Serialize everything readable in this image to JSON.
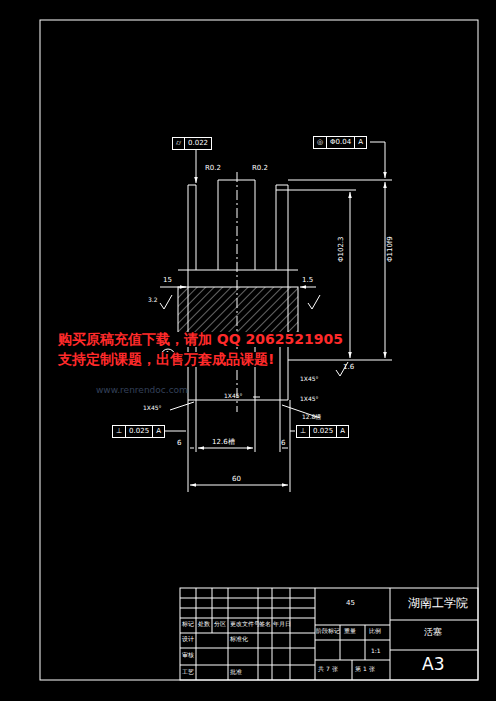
{
  "diagram": {
    "nodes": [
      {
        "text": [
          "⌭",
          "0.022"
        ]
      },
      {
        "text": [
          "◎",
          "Φ0.04",
          "A"
        ]
      },
      {
        "text": [
          "⊥",
          "0.025",
          "A"
        ]
      },
      {
        "text": [
          "⊥",
          "0.025",
          "A"
        ]
      }
    ],
    "labels": [
      "R0.2",
      "R0.2",
      "Φ110f9",
      "Φ102.3",
      "15",
      "1.5",
      "A",
      "3.2",
      "1.6",
      "1X45°",
      "1X45°",
      "1X45°",
      "1X45°",
      "12.8槽",
      "12.6槽",
      "6",
      "6",
      "60",
      "www.renrendoc.com",
      "购买原稿充值下载，请加 QQ 2062521905",
      "支持定制课题，出售万套成品课题!",
      "45",
      "湖南工学院",
      "活塞",
      "A3",
      "1:1",
      "共 7 张",
      "第 1 张",
      "标记",
      "处数",
      "分区",
      "更改文件号",
      "签名",
      "年月日",
      "设计",
      "标准化",
      "阶段标记",
      "重量",
      "比例",
      "审核",
      "工艺",
      "批准"
    ]
  }
}
